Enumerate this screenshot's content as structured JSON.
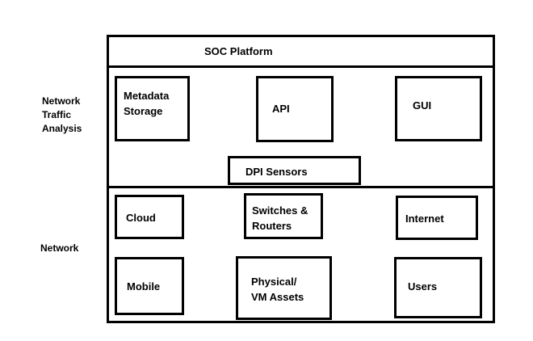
{
  "side_labels": {
    "traffic_analysis": [
      "Network",
      "Traffic",
      "Analysis"
    ],
    "network": "Network"
  },
  "header": {
    "title": "SOC Platform"
  },
  "analysis_layer": {
    "metadata_storage": [
      "Metadata",
      "Storage"
    ],
    "api": "API",
    "gui": "GUI",
    "dpi_sensors": "DPI Sensors"
  },
  "network_layer": {
    "cloud": "Cloud",
    "switches_routers": [
      "Switches &",
      "Routers"
    ],
    "internet": "Internet",
    "mobile": "Mobile",
    "physical_vm_assets": [
      "Physical/",
      "VM Assets"
    ],
    "users": "Users"
  }
}
